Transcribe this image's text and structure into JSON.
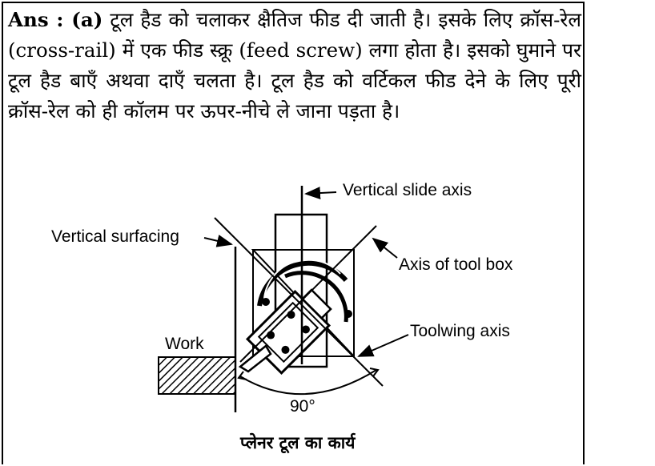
{
  "answer": {
    "lead": "Ans : (a)",
    "body": " टूल हैड को चलाकर क्षैतिज फीड दी जाती है। इसके लिए क्रॉस-रेल (cross-rail) में एक फीड स्क्रू (feed screw) लगा होता है। इसको घुमाने पर टूल हैड बाएँ अथवा दाएँ चलता है। टूल हैड को वर्टिकल फीड देने के लिए पूरी क्रॉस-रेल को ही कॉलम पर ऊपर-नीचे ले जाना पड़ता है।"
  },
  "diagram": {
    "labels": {
      "vertical_slide_axis": "Vertical slide axis",
      "vertical_surfacing": "Vertical surfacing",
      "axis_of_tool_box": "Axis of tool box",
      "toolwing_axis": "Toolwing axis",
      "work": "Work",
      "angle": "90°"
    },
    "caption": "प्लेनर टूल का कार्य"
  }
}
